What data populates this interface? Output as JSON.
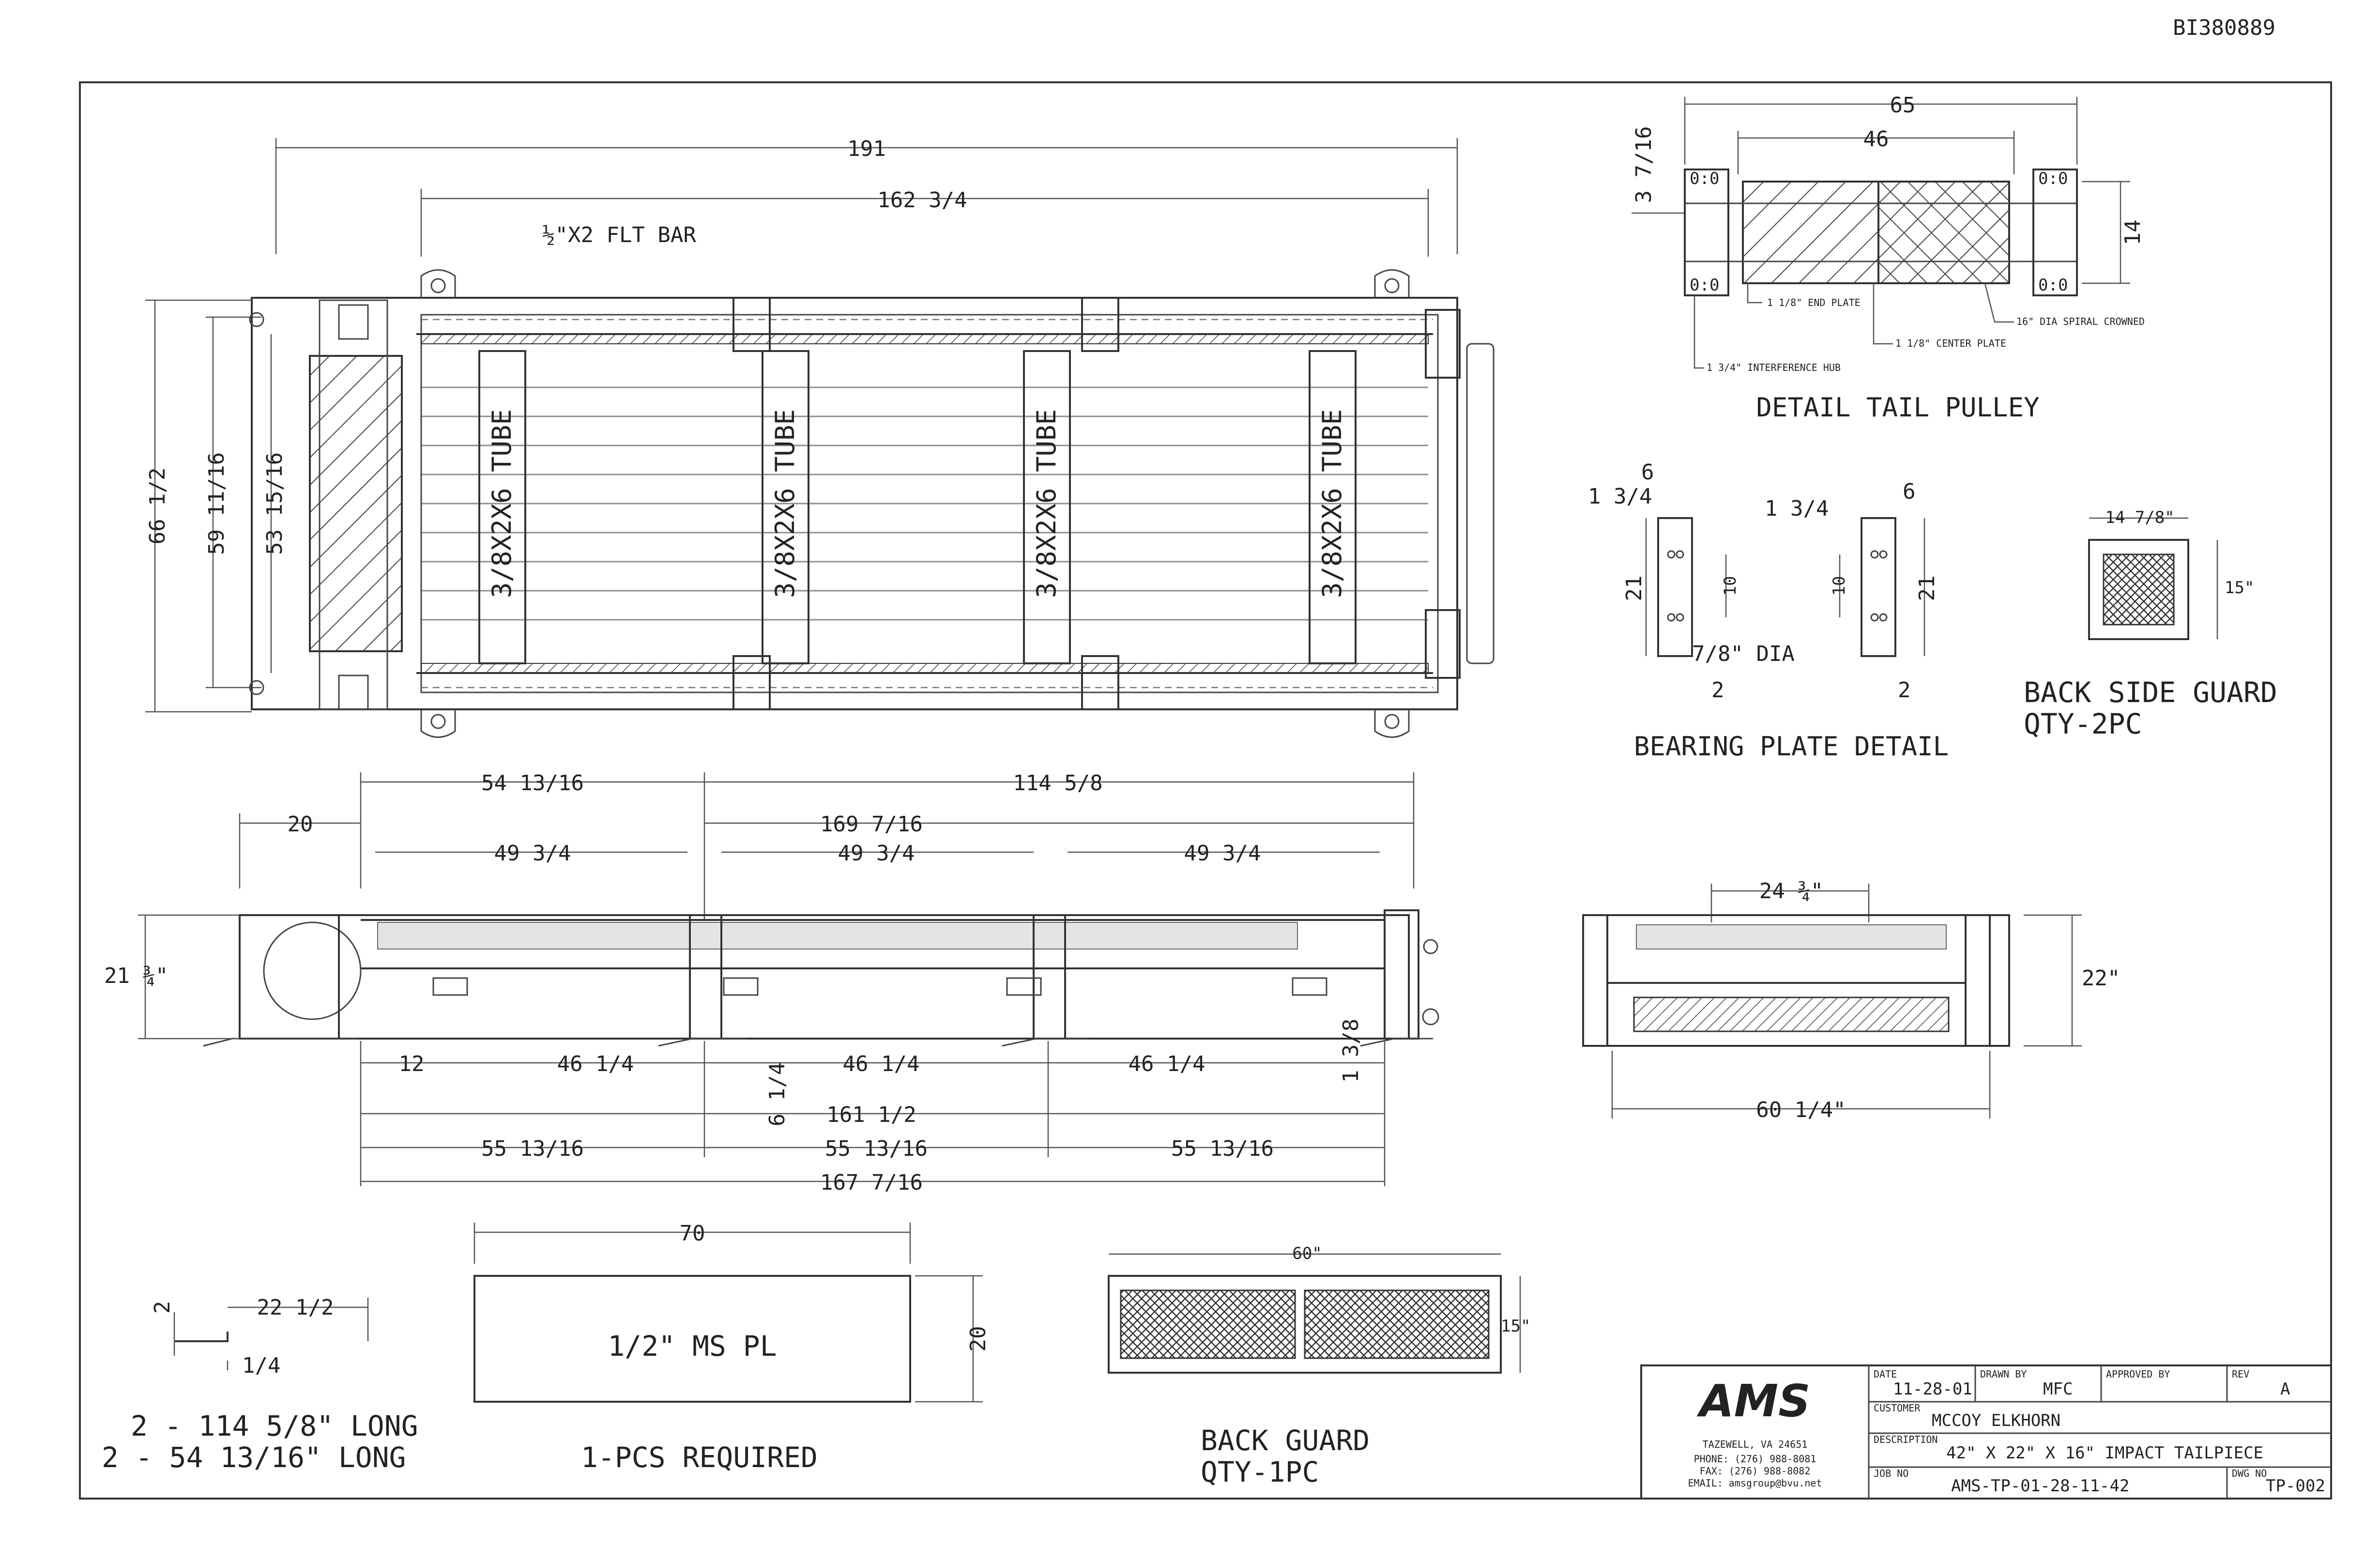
{
  "drawing_id": "BI380889",
  "top_view": {
    "dims": {
      "overall_length": "191",
      "inner_length": "162 3/4",
      "height_overall": "66 1/2",
      "height_mid": "59 11/16",
      "height_inner": "53 15/16"
    },
    "flat_bar_label": "½\"X2 FLT BAR",
    "tube_label": "3/8X2X6 TUBE"
  },
  "detail_tail_pulley": {
    "title": "DETAIL TAIL PULLEY",
    "dims": {
      "overall": "65",
      "face": "46",
      "offset": "3 7/16",
      "height": "14"
    },
    "notes": {
      "end_plate": "1 1/8\" END PLATE",
      "center_plate": "1 1/8\" CENTER PLATE",
      "spiral": "16\" DIA SPIRAL CROWNED",
      "hub": "1 3/4\" INTERFERENCE HUB"
    }
  },
  "bearing_plate_detail": {
    "title": "BEARING PLATE DETAIL",
    "dims": {
      "w": "6",
      "edge": "1 3/4",
      "h": "21",
      "hole": "10",
      "bottom": "2",
      "dia": "7/8\" DIA"
    }
  },
  "back_side_guard": {
    "title": "BACK SIDE GUARD",
    "qty": "QTY-2PC",
    "dims": {
      "w": "14 7/8\"",
      "h": "15\""
    }
  },
  "side_view": {
    "dims": {
      "d20": "20",
      "d54": "54 13/16",
      "d114": "114 5/8",
      "d169": "169 7/16",
      "d49": "49 3/4",
      "d21": "21 ¾\"",
      "d12": "12",
      "d46": "46 1/4",
      "d6": "6 1/4",
      "d1_3_8": "1 3/8",
      "d161": "161 1/2",
      "d55": "55 13/16",
      "d167": "167 7/16"
    }
  },
  "end_view": {
    "dims": {
      "top": "24 ¾\"",
      "h": "22\"",
      "bottom": "60 1/4\""
    }
  },
  "angle_detail": {
    "dims": {
      "leg": "2",
      "len": "22 1/2",
      "thk": "1/4"
    },
    "note1": "2 - 114 5/8\" LONG",
    "note2": "2 - 54 13/16\" LONG"
  },
  "plate": {
    "label": "1/2\" MS PL",
    "dims": {
      "w": "70",
      "h": "20"
    },
    "note": "1-PCS REQUIRED"
  },
  "back_guard": {
    "title": "BACK GUARD",
    "qty": "QTY-1PC",
    "dims": {
      "w": "60\"",
      "h": "15\""
    }
  },
  "title_block": {
    "logo": "AMS",
    "company": "TAZEWELL, VA 24651",
    "phone": "PHONE: (276) 988-8081",
    "fax": "FAX: (276) 988-8082",
    "email": "EMAIL: amsgroup@bvu.net",
    "date_label": "DATE",
    "date": "11-28-01",
    "drawn_label": "DRAWN BY",
    "drawn": "MFC",
    "approved_label": "APPROVED BY",
    "rev_label": "REV",
    "rev": "A",
    "customer_label": "CUSTOMER",
    "customer": "MCCOY ELKHORN",
    "desc_label": "DESCRIPTION",
    "description": "42\" X 22\" X 16\" IMPACT TAILPIECE",
    "job_label": "JOB NO",
    "job": "AMS-TP-01-28-11-42",
    "dwg_label": "DWG NO",
    "dwg": "TP-002"
  }
}
